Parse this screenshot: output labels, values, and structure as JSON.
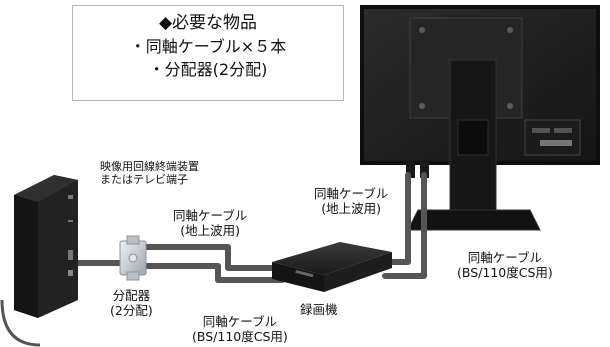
{
  "items_box": {
    "title": "◆必要な物品",
    "items": [
      "・同軸ケーブル×５本",
      "・分配器(2分配)"
    ]
  },
  "labels": {
    "terminal_device": [
      "映像用回線終端装置",
      "またはテレビ端子"
    ],
    "cable_left_top": [
      "同軸ケーブル",
      "(地上波用)"
    ],
    "cable_monitor": [
      "同軸ケーブル",
      "(地上波用)"
    ],
    "cable_right": [
      "同軸ケーブル",
      "(BS/110度CS用)"
    ],
    "cable_bottom": [
      "同軸ケーブル",
      "(BS/110度CS用)"
    ],
    "splitter": [
      "分配器",
      "(2分配)"
    ],
    "recorder": "録画機"
  },
  "colors": {
    "cable": "#555555",
    "device_dark": "#1e1e1e",
    "monitor_frame": "#0e0e0e",
    "splitter_metal": "#c9cfd6"
  }
}
